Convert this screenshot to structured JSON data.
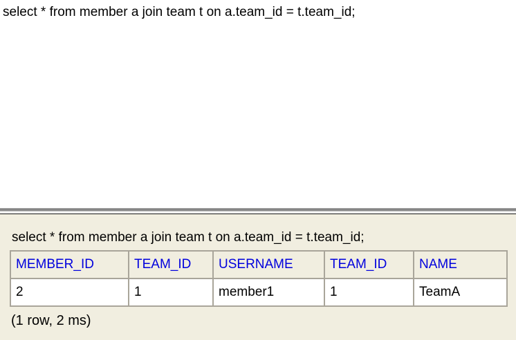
{
  "editor": {
    "sql": "select * from member a join team t on a.team_id = t.team_id;"
  },
  "result": {
    "query_echo": "select * from member a join team t on a.team_id = t.team_id;",
    "table": {
      "columns": [
        "MEMBER_ID",
        "TEAM_ID",
        "USERNAME",
        "TEAM_ID",
        "NAME"
      ],
      "rows": [
        [
          "2",
          "1",
          "member1",
          "1",
          "TeamA"
        ]
      ]
    },
    "status": "(1 row, 2 ms)"
  },
  "colors": {
    "result_background": "#f1eee0",
    "table_border": "#a9a59a",
    "column_header_text": "#0000dd",
    "cell_background": "#ffffff",
    "splitter_gray": "#868686",
    "splitter_dark_line": "#1b1b1b"
  }
}
